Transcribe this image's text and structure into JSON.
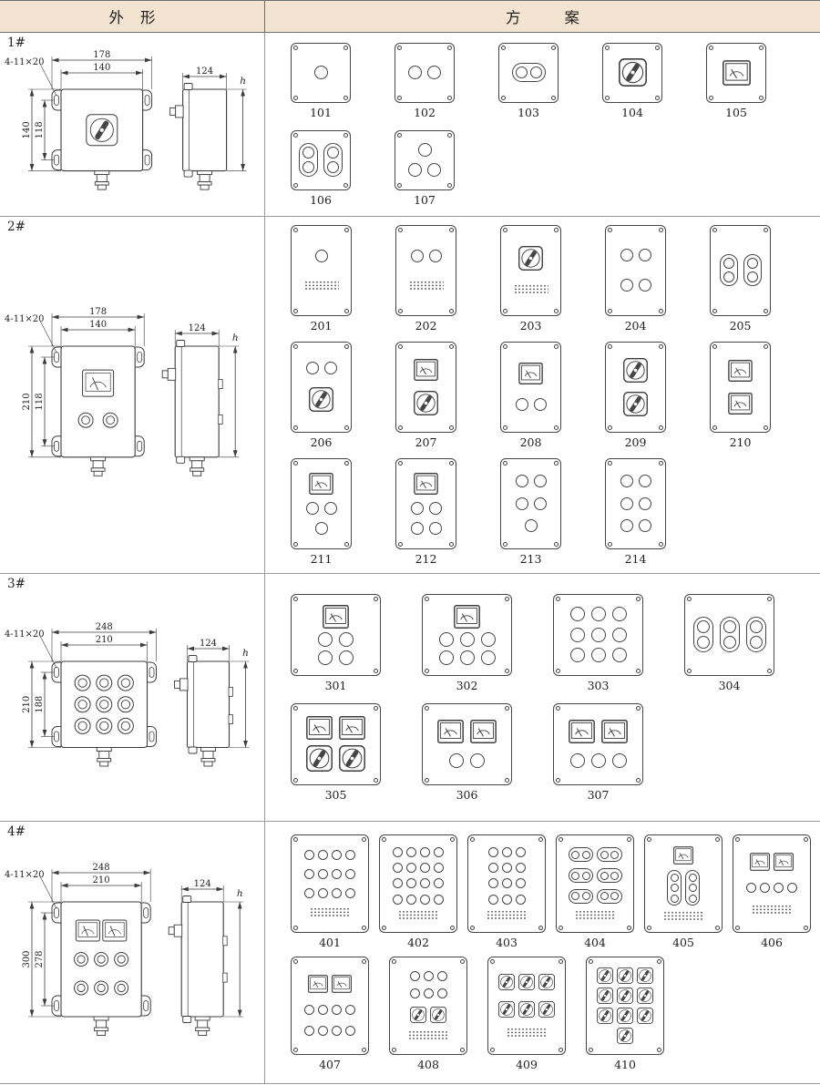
{
  "document": {
    "header": {
      "exterior_title": "外形",
      "scheme_title": "方案"
    }
  },
  "colors": {
    "line": "#3c3c3c",
    "header_bg": "#f3e4d2",
    "grid_line": "#9a9a9a",
    "handle_fill": "#454545"
  },
  "rows": [
    {
      "label": "1#",
      "outline": {
        "hole_note": "4-11×20",
        "front": {
          "dim_top_outer": "178",
          "dim_top_inner": "140",
          "dim_left_outer": "140",
          "dim_left_inner": "118",
          "face": [
            [
              "sw"
            ]
          ]
        },
        "side": {
          "dim_top": "124",
          "dim_height": "h"
        }
      },
      "per_line": [
        5,
        2
      ],
      "panels": [
        {
          "no": "101",
          "layout": [
            [
              "btn"
            ]
          ]
        },
        {
          "no": "102",
          "layout": [
            [
              "btn",
              "btn"
            ]
          ]
        },
        {
          "no": "103",
          "layout": [
            [
              "cap2h"
            ]
          ]
        },
        {
          "no": "104",
          "layout": [
            [
              "sw"
            ]
          ]
        },
        {
          "no": "105",
          "layout": [
            [
              "mtr"
            ]
          ]
        },
        {
          "no": "106",
          "layout": [
            [
              "cap2v",
              "cap2v"
            ]
          ]
        },
        {
          "no": "107",
          "layout": [
            [
              "btn"
            ],
            [
              "btn",
              "btn"
            ]
          ]
        }
      ]
    },
    {
      "label": "2#",
      "outline": {
        "hole_note": "4-11×20",
        "front": {
          "dim_top_outer": "178",
          "dim_top_inner": "140",
          "dim_left_outer": "210",
          "dim_left_inner": "118",
          "face": [
            [
              "mtr"
            ],
            [
              "btn",
              "btn"
            ]
          ]
        },
        "side": {
          "dim_top": "124",
          "dim_height": "h"
        }
      },
      "per_line": [
        5,
        5,
        4
      ],
      "panels": [
        {
          "no": "201",
          "layout": [
            [
              "btn"
            ],
            [
              "plate"
            ]
          ]
        },
        {
          "no": "202",
          "layout": [
            [
              "btn",
              "btn"
            ],
            [
              "plate"
            ]
          ]
        },
        {
          "no": "203",
          "layout": [
            [
              "sw"
            ],
            [
              "plate"
            ]
          ]
        },
        {
          "no": "204",
          "layout": [
            [
              "btn",
              "btn"
            ],
            [
              "btn",
              "btn"
            ]
          ]
        },
        {
          "no": "205",
          "layout": [
            [
              "cap2v",
              "cap2v"
            ]
          ]
        },
        {
          "no": "206",
          "layout": [
            [
              "btn",
              "btn"
            ],
            [
              "sw"
            ]
          ]
        },
        {
          "no": "207",
          "layout": [
            [
              "mtr"
            ],
            [
              "sw"
            ]
          ]
        },
        {
          "no": "208",
          "layout": [
            [
              "mtr"
            ],
            [
              "btn",
              "btn"
            ]
          ]
        },
        {
          "no": "209",
          "layout": [
            [
              "sw"
            ],
            [
              "sw"
            ]
          ]
        },
        {
          "no": "210",
          "layout": [
            [
              "mtr"
            ],
            [
              "mtr"
            ]
          ]
        },
        {
          "no": "211",
          "layout": [
            [
              "mtr"
            ],
            [
              "btn",
              "btn"
            ],
            [
              "btn"
            ]
          ]
        },
        {
          "no": "212",
          "layout": [
            [
              "mtr"
            ],
            [
              "btn",
              "btn"
            ],
            [
              "btn",
              "btn"
            ]
          ]
        },
        {
          "no": "213",
          "layout": [
            [
              "btn",
              "btn"
            ],
            [
              "btn",
              "btn"
            ],
            [
              "btn"
            ]
          ]
        },
        {
          "no": "214",
          "layout": [
            [
              "btn",
              "btn"
            ],
            [
              "btn",
              "btn"
            ],
            [
              "btn",
              "btn"
            ]
          ]
        }
      ]
    },
    {
      "label": "3#",
      "outline": {
        "hole_note": "4-11×20",
        "front": {
          "dim_top_outer": "248",
          "dim_top_inner": "210",
          "dim_left_outer": "210",
          "dim_left_inner": "188",
          "face": [
            [
              "btn",
              "btn",
              "btn"
            ],
            [
              "btn",
              "btn",
              "btn"
            ],
            [
              "btn",
              "btn",
              "btn"
            ]
          ]
        },
        "side": {
          "dim_top": "124",
          "dim_height": "h"
        }
      },
      "per_line": [
        4,
        3
      ],
      "panels": [
        {
          "no": "301",
          "layout": [
            [
              "mtr"
            ],
            [
              "btn",
              "btn"
            ],
            [
              "btn",
              "btn"
            ]
          ]
        },
        {
          "no": "302",
          "layout": [
            [
              "mtr"
            ],
            [
              "btn",
              "btn",
              "btn"
            ],
            [
              "btn",
              "btn",
              "btn"
            ]
          ]
        },
        {
          "no": "303",
          "layout": [
            [
              "btn",
              "btn",
              "btn"
            ],
            [
              "btn",
              "btn",
              "btn"
            ],
            [
              "btn",
              "btn",
              "btn"
            ]
          ]
        },
        {
          "no": "304",
          "layout": [
            [
              "cap2v",
              "cap2v",
              "cap2v"
            ]
          ]
        },
        {
          "no": "305",
          "layout": [
            [
              "mtr",
              "mtr"
            ],
            [
              "sw",
              "sw"
            ]
          ]
        },
        {
          "no": "306",
          "layout": [
            [
              "mtr",
              "mtr"
            ],
            [
              "btn",
              "btn"
            ]
          ]
        },
        {
          "no": "307",
          "layout": [
            [
              "mtr",
              "mtr"
            ],
            [
              "btn",
              "btn",
              "btn"
            ]
          ]
        }
      ]
    },
    {
      "label": "4#",
      "outline": {
        "hole_note": "4-11×20",
        "front": {
          "dim_top_outer": "248",
          "dim_top_inner": "210",
          "dim_left_outer": "300",
          "dim_left_inner": "278",
          "face": [
            [
              "mtr",
              "mtr"
            ],
            [
              "btn",
              "btn",
              "btn"
            ],
            [
              "btn",
              "btn",
              "btn"
            ]
          ]
        },
        "side": {
          "dim_top": "124",
          "dim_height": "h"
        }
      },
      "per_line": [
        6,
        4
      ],
      "panels": [
        {
          "no": "401",
          "layout": [
            [
              "btn",
              "btn",
              "btn",
              "btn"
            ],
            [
              "btn",
              "btn",
              "btn",
              "btn"
            ],
            [
              "btn",
              "btn",
              "btn",
              "btn"
            ],
            [
              "plate"
            ]
          ]
        },
        {
          "no": "402",
          "layout": [
            [
              "btn",
              "btn",
              "btn",
              "btn"
            ],
            [
              "btn",
              "btn",
              "btn",
              "btn"
            ],
            [
              "btn",
              "btn",
              "btn",
              "btn"
            ],
            [
              "btn",
              "btn",
              "btn",
              "btn"
            ],
            [
              "plate"
            ]
          ]
        },
        {
          "no": "403",
          "layout": [
            [
              "btn",
              "btn",
              "btn"
            ],
            [
              "btn",
              "btn",
              "btn"
            ],
            [
              "btn",
              "btn",
              "btn"
            ],
            [
              "btn",
              "btn",
              "btn"
            ],
            [
              "plate"
            ]
          ]
        },
        {
          "no": "404",
          "layout": [
            [
              "cap2h",
              "cap2h"
            ],
            [
              "cap2h",
              "cap2h"
            ],
            [
              "cap2h",
              "cap2h"
            ],
            [
              "plate"
            ]
          ]
        },
        {
          "no": "405",
          "layout": [
            [
              "mtr"
            ],
            [
              "cap3v",
              "cap3v"
            ],
            [
              "plate"
            ]
          ]
        },
        {
          "no": "406",
          "layout": [
            [
              "mtr",
              "mtr"
            ],
            [
              "btn",
              "btn",
              "btn",
              "btn"
            ],
            [
              "plate"
            ]
          ]
        },
        {
          "no": "407",
          "layout": [
            [
              "mtr",
              "mtr"
            ],
            [
              "btn",
              "btn",
              "btn",
              "btn"
            ],
            [
              "btn",
              "btn",
              "btn",
              "btn"
            ]
          ]
        },
        {
          "no": "408",
          "layout": [
            [
              "btn",
              "btn",
              "btn"
            ],
            [
              "btn",
              "btn",
              "btn"
            ],
            [
              "sw",
              "sw"
            ],
            [
              "plate"
            ]
          ]
        },
        {
          "no": "409",
          "layout": [
            [
              "sw",
              "sw",
              "sw"
            ],
            [
              "sw",
              "sw",
              "sw"
            ],
            [
              "plate"
            ]
          ]
        },
        {
          "no": "410",
          "layout": [
            [
              "sw",
              "sw",
              "sw"
            ],
            [
              "sw",
              "sw",
              "sw"
            ],
            [
              "sw",
              "sw",
              "sw"
            ],
            [
              "sw"
            ]
          ]
        }
      ]
    }
  ]
}
